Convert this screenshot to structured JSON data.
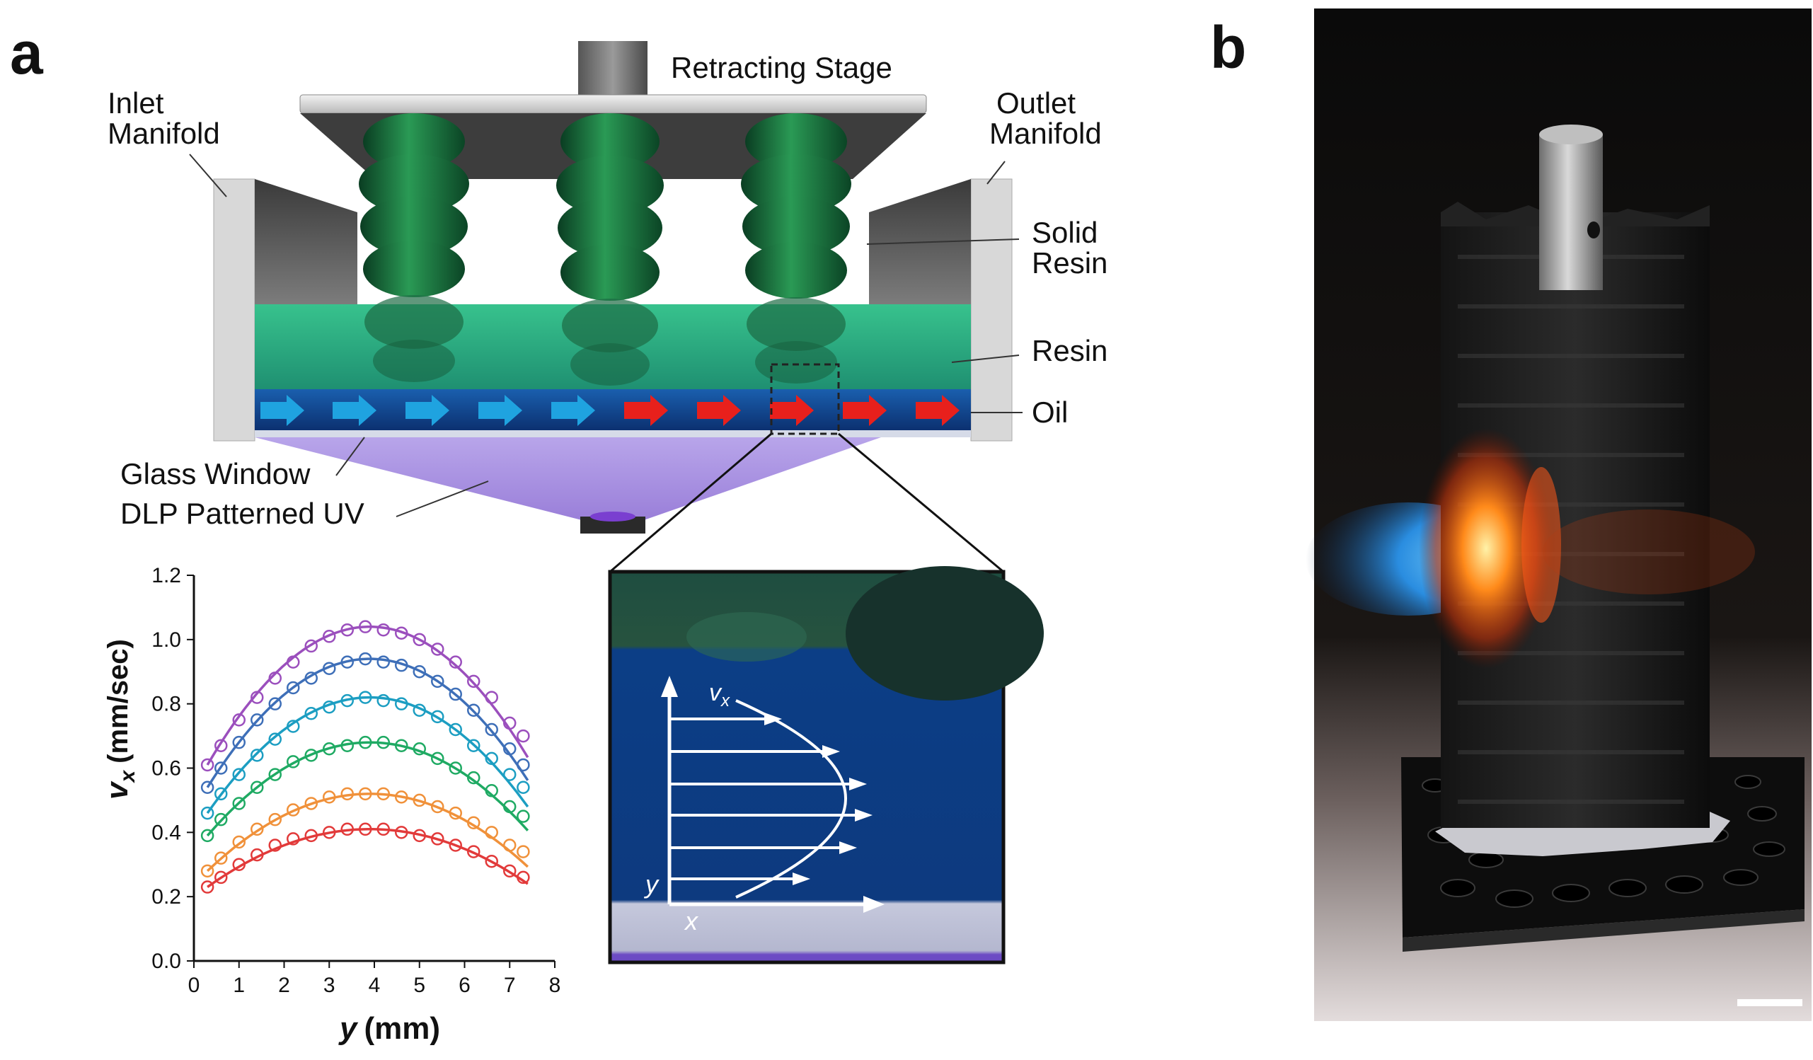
{
  "panel_a": {
    "label": "a",
    "schematic": {
      "retracting_stage": "Retracting Stage",
      "inlet_manifold": [
        "Inlet",
        "Manifold"
      ],
      "outlet_manifold": [
        "Outlet",
        "Manifold"
      ],
      "solid_resin": [
        "Solid",
        "Resin"
      ],
      "resin": "Resin",
      "oil": "Oil",
      "glass_window": "Glass Window",
      "dlp_uv": "DLP Patterned UV",
      "colors": {
        "inflow_arrow": "#1fa3e0",
        "outflow_arrow": "#e8201c",
        "oil": "#0e3d84",
        "resin": "#1fa878",
        "uv": "#a98fe0"
      }
    },
    "inset": {
      "vx_label": "v",
      "vx_sub": "x",
      "y_label": "y",
      "x_label": "x"
    }
  },
  "panel_b": {
    "label": "b"
  },
  "chart_data": {
    "type": "scatter",
    "xlabel_var": "y",
    "xlabel_unit": "(mm)",
    "ylabel_var": "v",
    "ylabel_sub": "x",
    "ylabel_unit": "(mm/sec)",
    "xlim": [
      0,
      8
    ],
    "ylim": [
      0,
      1.2
    ],
    "x_ticks": [
      "0",
      "1",
      "2",
      "3",
      "4",
      "5",
      "6",
      "7",
      "8"
    ],
    "y_ticks": [
      "0.0",
      "0.2",
      "0.4",
      "0.6",
      "0.8",
      "1.0",
      "1.2"
    ],
    "series": [
      {
        "color": "#9b4fbd",
        "fit": {
          "peak": 1.04,
          "center": 3.9,
          "y0": 0.55,
          "y1": 7.4
        },
        "x": [
          0.3,
          0.6,
          1.0,
          1.4,
          1.8,
          2.2,
          2.6,
          3.0,
          3.4,
          3.8,
          4.2,
          4.6,
          5.0,
          5.4,
          5.8,
          6.2,
          6.6,
          7.0,
          7.3
        ],
        "y": [
          0.61,
          0.67,
          0.75,
          0.82,
          0.88,
          0.93,
          0.98,
          1.01,
          1.03,
          1.04,
          1.03,
          1.02,
          1.0,
          0.97,
          0.93,
          0.87,
          0.82,
          0.74,
          0.7
        ]
      },
      {
        "color": "#3e6fb8",
        "fit": {
          "peak": 0.94,
          "center": 3.9,
          "y0": 0.52,
          "y1": 7.4
        },
        "x": [
          0.3,
          0.6,
          1.0,
          1.4,
          1.8,
          2.2,
          2.6,
          3.0,
          3.4,
          3.8,
          4.2,
          4.6,
          5.0,
          5.4,
          5.8,
          6.2,
          6.6,
          7.0,
          7.3
        ],
        "y": [
          0.54,
          0.6,
          0.68,
          0.75,
          0.8,
          0.85,
          0.88,
          0.91,
          0.93,
          0.94,
          0.93,
          0.92,
          0.9,
          0.87,
          0.83,
          0.78,
          0.72,
          0.66,
          0.61
        ]
      },
      {
        "color": "#1c9ec2",
        "fit": {
          "peak": 0.82,
          "center": 3.9,
          "y0": 0.42,
          "y1": 7.4
        },
        "x": [
          0.3,
          0.6,
          1.0,
          1.4,
          1.8,
          2.2,
          2.6,
          3.0,
          3.4,
          3.8,
          4.2,
          4.6,
          5.0,
          5.4,
          5.8,
          6.2,
          6.6,
          7.0,
          7.3
        ],
        "y": [
          0.46,
          0.52,
          0.58,
          0.64,
          0.69,
          0.73,
          0.77,
          0.79,
          0.81,
          0.82,
          0.81,
          0.8,
          0.78,
          0.76,
          0.72,
          0.67,
          0.63,
          0.58,
          0.54
        ]
      },
      {
        "color": "#1faa63",
        "fit": {
          "peak": 0.68,
          "center": 3.9,
          "y0": 0.37,
          "y1": 7.4
        },
        "x": [
          0.3,
          0.6,
          1.0,
          1.4,
          1.8,
          2.2,
          2.6,
          3.0,
          3.4,
          3.8,
          4.2,
          4.6,
          5.0,
          5.4,
          5.8,
          6.2,
          6.6,
          7.0,
          7.3
        ],
        "y": [
          0.39,
          0.44,
          0.49,
          0.54,
          0.58,
          0.62,
          0.64,
          0.66,
          0.67,
          0.68,
          0.68,
          0.67,
          0.66,
          0.63,
          0.6,
          0.57,
          0.53,
          0.48,
          0.45
        ]
      },
      {
        "color": "#f0913a",
        "fit": {
          "peak": 0.52,
          "center": 3.9,
          "y0": 0.28,
          "y1": 7.4
        },
        "x": [
          0.3,
          0.6,
          1.0,
          1.4,
          1.8,
          2.2,
          2.6,
          3.0,
          3.4,
          3.8,
          4.2,
          4.6,
          5.0,
          5.4,
          5.8,
          6.2,
          6.6,
          7.0,
          7.3
        ],
        "y": [
          0.28,
          0.32,
          0.37,
          0.41,
          0.44,
          0.47,
          0.49,
          0.51,
          0.52,
          0.52,
          0.52,
          0.51,
          0.5,
          0.48,
          0.46,
          0.43,
          0.4,
          0.36,
          0.34
        ]
      },
      {
        "color": "#e23a3a",
        "fit": {
          "peak": 0.41,
          "center": 3.9,
          "y0": 0.23,
          "y1": 7.4
        },
        "x": [
          0.3,
          0.6,
          1.0,
          1.4,
          1.8,
          2.2,
          2.6,
          3.0,
          3.4,
          3.8,
          4.2,
          4.6,
          5.0,
          5.4,
          5.8,
          6.2,
          6.6,
          7.0,
          7.3
        ],
        "y": [
          0.23,
          0.26,
          0.3,
          0.33,
          0.36,
          0.38,
          0.39,
          0.4,
          0.41,
          0.41,
          0.41,
          0.4,
          0.39,
          0.38,
          0.36,
          0.34,
          0.31,
          0.28,
          0.26
        ]
      }
    ]
  }
}
